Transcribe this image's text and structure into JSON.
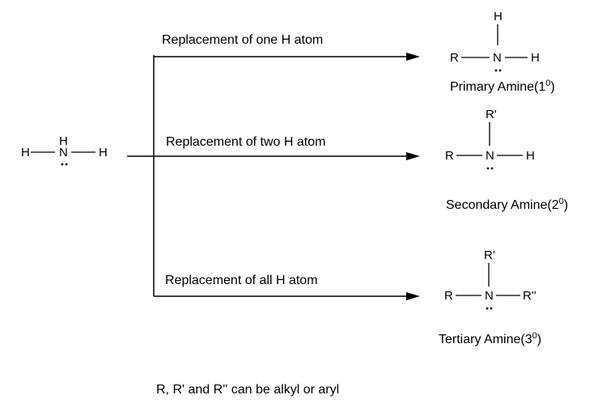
{
  "diagram": {
    "ammonia": {
      "left_h": "H",
      "top_h": "H",
      "center_n": "N",
      "right_h": "H"
    },
    "paths": [
      {
        "label": "Replacement of one H atom"
      },
      {
        "label": "Replacement of two H atom"
      },
      {
        "label": "Replacement of all H atom"
      }
    ],
    "primary": {
      "r": "R",
      "n": "N",
      "top": "H",
      "right": "H",
      "name": "Primary Amine(1",
      "sup": "0",
      "close": ")"
    },
    "secondary": {
      "r": "R",
      "n": "N",
      "top": "R'",
      "right": "H",
      "name": "Secondary Amine(2",
      "sup": "0",
      "close": ")"
    },
    "tertiary": {
      "r": "R",
      "n": "N",
      "top": "R'",
      "right": "R''",
      "name": "Tertiary Amine(3",
      "sup": "0",
      "close": ")"
    },
    "footnote": "R, R' and R'' can be alkyl or aryl"
  }
}
